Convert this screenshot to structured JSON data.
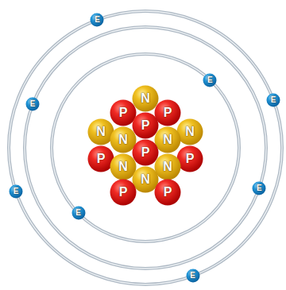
{
  "diagram": {
    "nodes": [
      {
        "text": [
          "E"
        ]
      },
      {
        "text": [
          "E"
        ]
      },
      {
        "text": [
          "N"
        ]
      },
      {
        "text": [
          "E"
        ]
      },
      {
        "text": [
          "E"
        ]
      },
      {
        "text": [
          "P"
        ]
      },
      {
        "text": [
          "P"
        ]
      },
      {
        "text": [
          "P"
        ]
      },
      {
        "text": [
          "N"
        ]
      },
      {
        "text": [
          "N"
        ]
      },
      {
        "text": [
          "N"
        ]
      },
      {
        "text": [
          "N"
        ]
      },
      {
        "text": [
          "P"
        ]
      },
      {
        "text": [
          "P"
        ]
      },
      {
        "text": [
          "P"
        ]
      },
      {
        "text": [
          "N"
        ]
      },
      {
        "text": [
          "N"
        ]
      },
      {
        "text": [
          "N"
        ]
      },
      {
        "text": [
          "E"
        ]
      },
      {
        "text": [
          "P"
        ]
      },
      {
        "text": [
          "P"
        ]
      },
      {
        "text": [
          "E"
        ]
      },
      {
        "text": [
          "E"
        ]
      },
      {
        "text": [
          "E"
        ]
      }
    ]
  }
}
